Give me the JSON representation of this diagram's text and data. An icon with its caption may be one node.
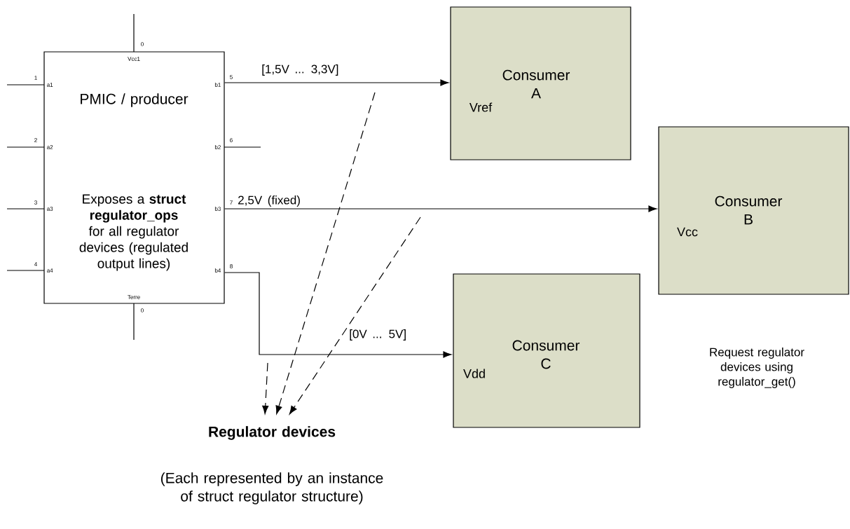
{
  "diagram": {
    "nodes": [
      {
        "text": [
          "PMIC / producer",
          "Exposes a **struct regulator_ops** for all regulator devices (regulated output lines)"
        ]
      },
      {
        "text": [
          "Consumer A",
          "Vref"
        ]
      },
      {
        "text": [
          "Consumer B",
          "Vcc"
        ]
      },
      {
        "text": [
          "Consumer C",
          "Vdd"
        ]
      },
      {
        "text": [
          "Regulator devices",
          "(Each represented by an instance of struct regulator structure)"
        ]
      }
    ],
    "edges": [
      {
        "from": 0,
        "to": 1,
        "arrow": "to",
        "label": "[1,5V ... 3,3V]"
      },
      {
        "from": 0,
        "to": 2,
        "arrow": "to",
        "label": "2,5V (fixed)"
      },
      {
        "from": 0,
        "to": 3,
        "arrow": "to",
        "label": "[0V ... 5V]"
      },
      {
        "from": null,
        "to": 4,
        "arrow": "to",
        "style": "dashed"
      },
      {
        "from": null,
        "to": 4,
        "arrow": "to",
        "style": "dashed"
      },
      {
        "from": null,
        "to": 4,
        "arrow": "to",
        "style": "dashed"
      }
    ],
    "labels": [
      "0",
      "Vcc1",
      "1",
      "a1",
      "5",
      "b1",
      "2",
      "a2",
      "6",
      "b2",
      "3",
      "a3",
      "7",
      "b3",
      "4",
      "a4",
      "8",
      "b4",
      "Terre",
      "0",
      "Request regulator devices using regulator_get()"
    ]
  }
}
